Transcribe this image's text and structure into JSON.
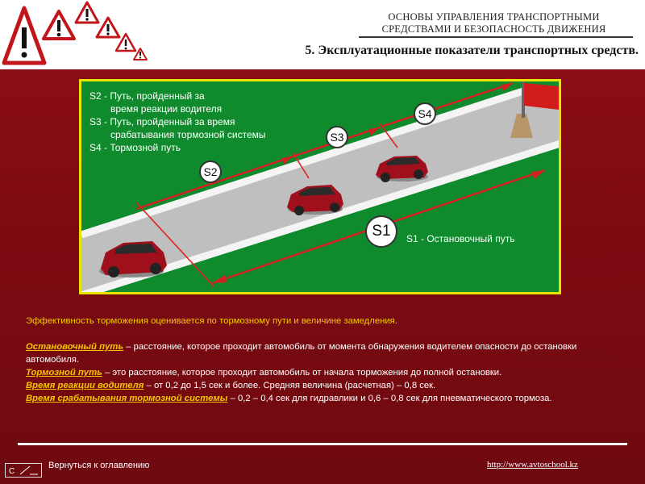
{
  "header": {
    "course_title_line1": "ОСНОВЫ УПРАВЛЕНИЯ ТРАНСПОРТНЫМИ",
    "course_title_line2": "СРЕДСТВАМИ И БЕЗОПАСНОСТЬ ДВИЖЕНИЯ",
    "slide_title": "5. Эксплуатационные показатели транспортных средств.",
    "logo_icons": [
      "warning-triangle-icon",
      "warning-triangle-icon",
      "warning-triangle-icon",
      "warning-triangle-icon",
      "warning-triangle-icon",
      "warning-triangle-icon"
    ]
  },
  "illustration": {
    "legend": [
      "S2 - Путь, пройденный за",
      "время реакции водителя",
      "S3 - Путь, пройденный за время",
      "срабатывания тормозной системы",
      "S4 - Тормозной путь"
    ],
    "badges": {
      "s1": "S1",
      "s2": "S2",
      "s3": "S3",
      "s4": "S4"
    },
    "s1_label": "S1 - Остановочный путь",
    "colors": {
      "grass": "#0f8a2c",
      "road": "#c9c9c9",
      "frame": "#e8e400",
      "car": "#a0101c",
      "arrow": "#cc1a1a"
    }
  },
  "content": {
    "lead": "Эффективность торможения оценивается по тормозному пути и величине замедления.",
    "terms": [
      {
        "term": "Остановочный путь",
        "text": " – расстояние, которое проходит автомобиль от момента обнаружения водителем опасности до остановки автомобиля."
      },
      {
        "term": "Тормозной путь",
        "text": " – это расстояние, которое проходит автомобиль от начала торможения до полной остановки."
      },
      {
        "term": "Время реакции водителя",
        "text": " – от 0,2 до 1,5 сек и более. Средняя величина (расчетная) – 0,8 сек."
      },
      {
        "term": "Время срабатывания тормозной системы",
        "text": " – 0,2 – 0,4 сек для  гидравлики и 0,6 – 0,8 сек для пневматического тормоза."
      }
    ]
  },
  "footer": {
    "home_icon": "home-slash-icon",
    "back_label": "Вернуться к оглавлению",
    "site_link": "http://www.avtoschool.kz"
  }
}
